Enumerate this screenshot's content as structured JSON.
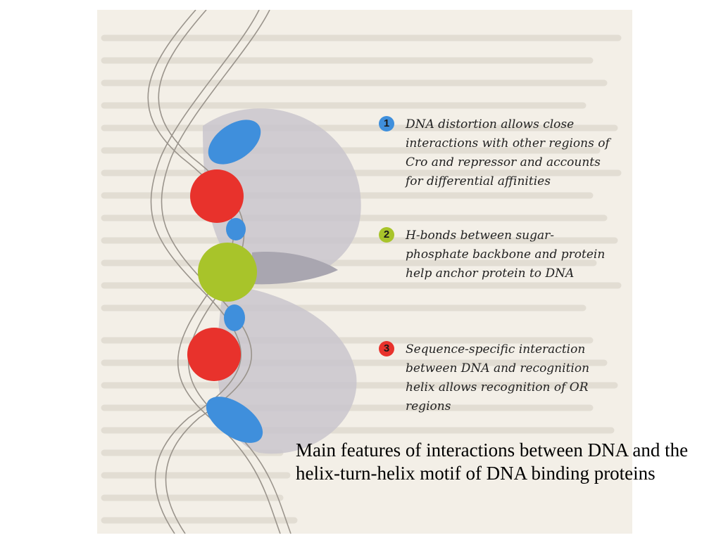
{
  "colors": {
    "blue": "#3f8fdc",
    "red": "#e8322c",
    "green": "#a8c42a",
    "protein_gray": "#c9c6cc"
  },
  "legend": [
    {
      "number": "1",
      "color": "#3f8fdc",
      "text": "DNA distortion allows close interactions with other regions of Cro and repressor and accounts for differential affinities"
    },
    {
      "number": "2",
      "color": "#a8c42a",
      "text": "H-bonds between sugar-phosphate backbone and protein help anchor protein to DNA"
    },
    {
      "number": "3",
      "color": "#e8322c",
      "text": "Sequence-specific interaction between DNA and recognition helix allows recognition of OR regions"
    }
  ],
  "caption": "Main features of interactions between DNA and the helix-turn-helix motif of DNA binding proteins"
}
